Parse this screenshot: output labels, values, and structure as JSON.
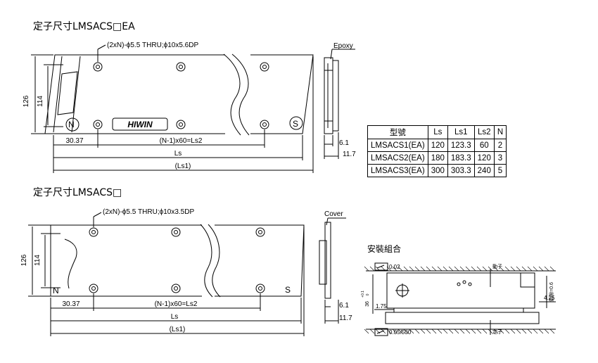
{
  "section1": {
    "title": "定子尺寸LMSACS□EA",
    "holes": "(2xN)-ϕ5.5 THRU;ϕ10x5.6DP",
    "brand": "HIWIN",
    "pole_n": "N",
    "pole_s": "S",
    "dim_height_outer": "126",
    "dim_height_inner": "114",
    "dim_first_hole": "30.37",
    "dim_pitch": "(N-1)x60=Ls2",
    "dim_ls": "Ls",
    "dim_ls1": "(Ls1)",
    "side_label": "Epoxy",
    "dim_side_a": "6.1",
    "dim_side_b": "11.7"
  },
  "spec_table": {
    "headers": [
      "型號",
      "Ls",
      "Ls1",
      "Ls2",
      "N"
    ],
    "rows": [
      [
        "LMSACS1(EA)",
        "120",
        "123.3",
        "60",
        "2"
      ],
      [
        "LMSACS2(EA)",
        "180",
        "183.3",
        "120",
        "3"
      ],
      [
        "LMSACS3(EA)",
        "300",
        "303.3",
        "240",
        "5"
      ]
    ]
  },
  "section2": {
    "title": "定子尺寸LMSACS□",
    "holes": "(2xN)-ϕ5.5 THRU;ϕ10x3.5DP",
    "pole_n": "N",
    "pole_s": "S",
    "dim_height_outer": "126",
    "dim_height_inner": "114",
    "dim_first_hole": "30.37",
    "dim_pitch": "(N-1)x60=Ls2",
    "dim_ls": "Ls",
    "dim_ls1": "(Ls1)",
    "side_label": "Cover",
    "dim_side_a": "6.1",
    "dim_side_b": "11.7"
  },
  "assembly": {
    "title": "安裝組合",
    "flatness_top": "0.02",
    "flatness_bottom": "0.05/500",
    "label_mover": "動子",
    "label_stator": "定子",
    "gap_label": "氣隙=0.6",
    "dim_left": "1.75",
    "dim_right": "4.25",
    "dim_height": "36",
    "tol_plus": "+0.1",
    "tol_zero": "0"
  }
}
